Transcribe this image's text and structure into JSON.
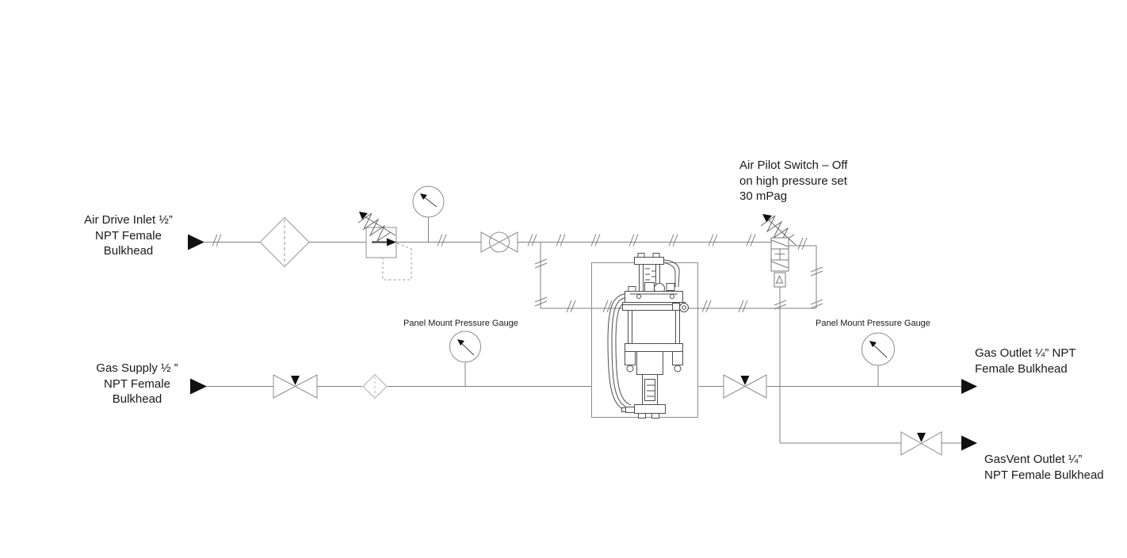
{
  "diagram": {
    "type": "piping-instrumentation-schematic",
    "subject": "air-driven gas booster panel",
    "colors": {
      "background": "#ffffff",
      "line": "#7f7f7f",
      "pump_line": "#4d4d4d",
      "panel_box": "#8c8c8c",
      "light_component": "#b0b0b0",
      "dashed": "#999999",
      "solid_fill": "#111111",
      "text": "#1a1a1a"
    },
    "labels": {
      "air_drive_inlet": {
        "line1": "Air Drive Inlet ½”",
        "line2": "NPT Female",
        "line3": "Bulkhead"
      },
      "gas_supply": {
        "line1": "Gas Supply ½ ”",
        "line2": "NPT Female",
        "line3": "Bulkhead"
      },
      "air_pilot_switch": {
        "line1": "Air Pilot Switch – Off",
        "line2": "on high pressure set",
        "line3": "30 mPag"
      },
      "panel_gauge_left": {
        "text": "Panel Mount Pressure Gauge"
      },
      "panel_gauge_right": {
        "text": "Panel Mount Pressure Gauge"
      },
      "gas_outlet": {
        "line1": "Gas Outlet ¼” NPT",
        "line2": "Female Bulkhead"
      },
      "gas_vent_outlet": {
        "line1": "GasVent Outlet ¼”",
        "line2": "NPT Female Bulkhead"
      }
    },
    "components": [
      "air-drive-inlet-bulkhead-arrow",
      "air-filter-diamond",
      "pressure-regulator-with-spring",
      "pressure-gauge",
      "air-shutoff-ball-valve",
      "air-pilot-switch-valve",
      "gas-supply-bulkhead-arrow",
      "gas-supply-valve",
      "inline-gas-filter",
      "panel-mount-pressure-gauge-left",
      "gas-booster-pump",
      "gas-outlet-valve",
      "panel-mount-pressure-gauge-right",
      "gas-outlet-bulkhead-arrow",
      "gas-vent-valve",
      "gas-vent-bulkhead-arrow"
    ]
  }
}
